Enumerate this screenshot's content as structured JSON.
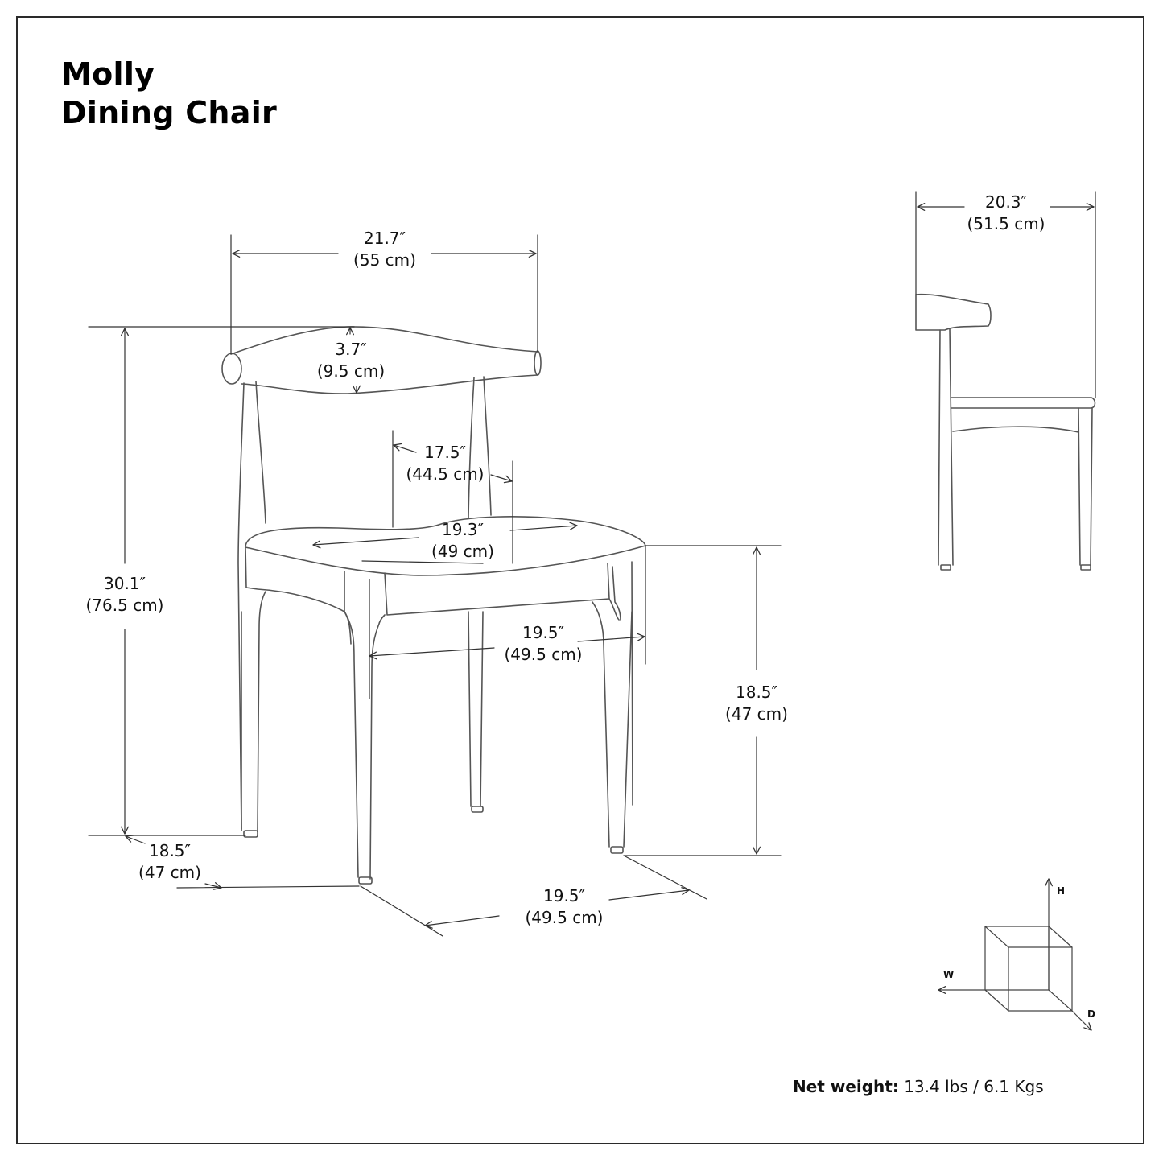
{
  "title": {
    "line1": "Molly",
    "line2": "Dining Chair"
  },
  "dimensions": {
    "back_width": {
      "in": "21.7″",
      "cm": "(55 cm)"
    },
    "backrest_height": {
      "in": "3.7″",
      "cm": "(9.5 cm)"
    },
    "seat_depth_inner": {
      "in": "17.5″",
      "cm": "(44.5 cm)"
    },
    "seat_width": {
      "in": "19.3″",
      "cm": "(49 cm)"
    },
    "overall_height": {
      "in": "30.1″",
      "cm": "(76.5 cm)"
    },
    "leg_span_width": {
      "in": "19.5″",
      "cm": "(49.5 cm)"
    },
    "seat_height": {
      "in": "18.5″",
      "cm": "(47 cm)"
    },
    "base_depth": {
      "in": "18.5″",
      "cm": "(47 cm)"
    },
    "base_width": {
      "in": "19.5″",
      "cm": "(49.5 cm)"
    },
    "side_depth": {
      "in": "20.3″",
      "cm": "(51.5 cm)"
    }
  },
  "axis_legend": {
    "h": "H",
    "w": "W",
    "d": "D"
  },
  "net_weight": {
    "label": "Net weight:",
    "value": "13.4 lbs / 6.1 Kgs"
  },
  "colors": {
    "line": "#555555",
    "dim_line": "#333333",
    "text": "#111111",
    "frame": "#2a2a2a"
  }
}
